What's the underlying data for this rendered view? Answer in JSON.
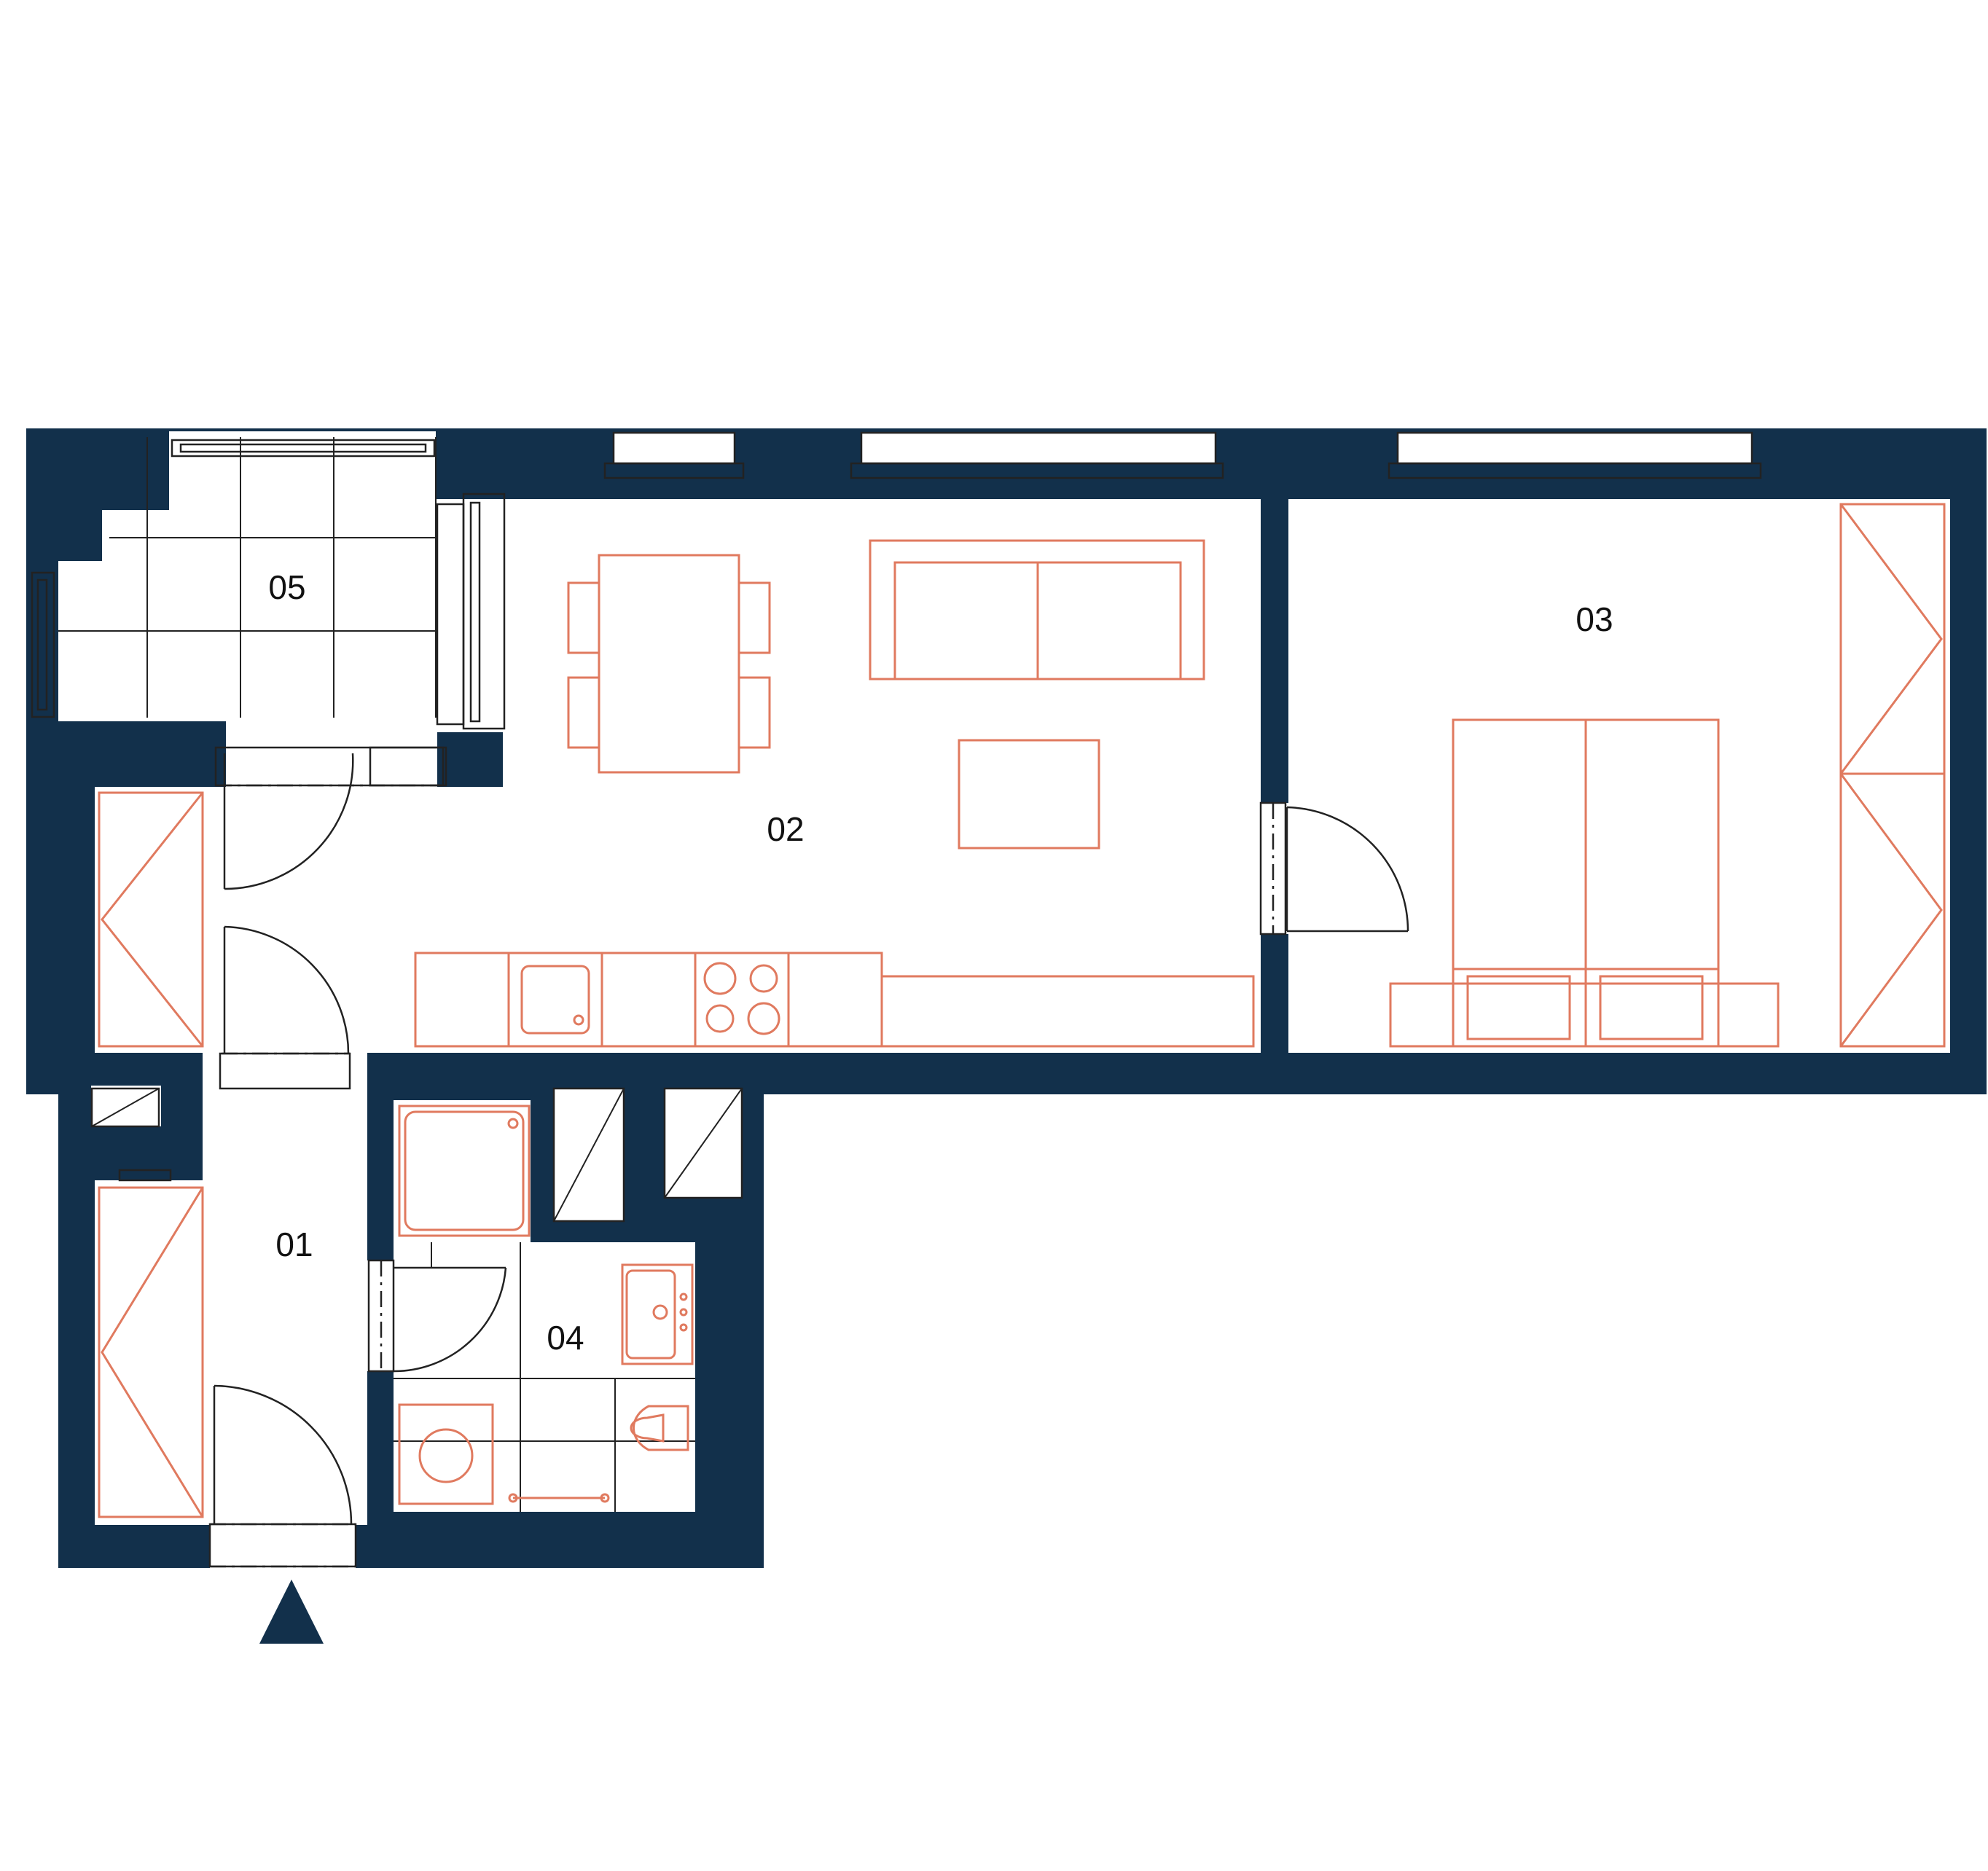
{
  "floor_plan": {
    "colors": {
      "wall": "#12304b",
      "furniture": "#e07a5f",
      "fixtures": "#222222",
      "background": "#ffffff"
    },
    "rooms": [
      {
        "id": "01",
        "label": "01"
      },
      {
        "id": "02",
        "label": "02"
      },
      {
        "id": "03",
        "label": "03"
      },
      {
        "id": "04",
        "label": "04"
      },
      {
        "id": "05",
        "label": "05"
      }
    ],
    "entrance_marker": "triangle-up"
  }
}
